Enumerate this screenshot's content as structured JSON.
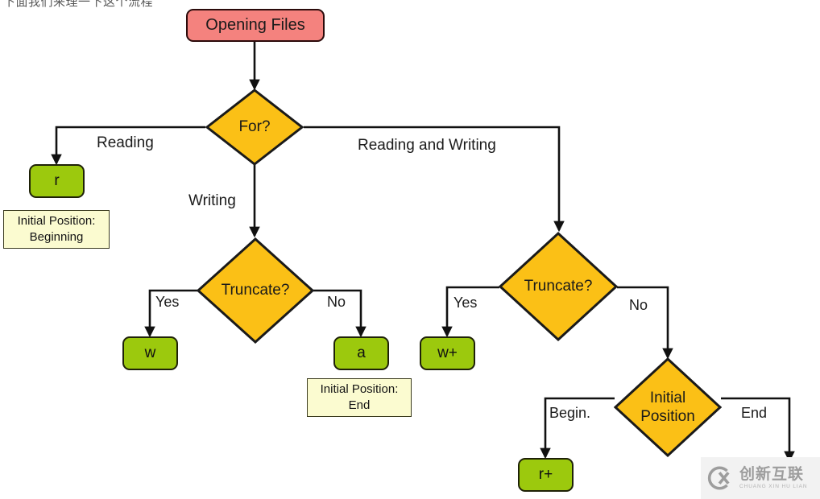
{
  "page": {
    "clipped_header": "下面我们来理一下这个流程",
    "background": "#ffffff"
  },
  "colors": {
    "start_fill": "#f4827e",
    "start_border": "#2b0b0b",
    "decision_fill": "#fbc016",
    "decision_border": "#1a1a1a",
    "mode_fill": "#9cc90d",
    "mode_border": "#1e2108",
    "note_fill": "#fbfbd0",
    "note_border": "#3b3b1e",
    "edge": "#111111"
  },
  "nodes": {
    "start": {
      "label": "Opening Files"
    },
    "for_decision": {
      "label": "For?"
    },
    "mode_r": {
      "label": "r"
    },
    "note_r": {
      "line1": "Initial Position:",
      "line2": "Beginning"
    },
    "truncate_write": {
      "label": "Truncate?"
    },
    "mode_w": {
      "label": "w"
    },
    "mode_a": {
      "label": "a"
    },
    "note_a": {
      "line1": "Initial Position:",
      "line2": "End"
    },
    "truncate_rw": {
      "label": "Truncate?"
    },
    "mode_wplus": {
      "label": "w+"
    },
    "initial_position": {
      "line1": "Initial",
      "line2": "Position"
    },
    "mode_rplus": {
      "label": "r+"
    }
  },
  "edge_labels": {
    "reading": "Reading",
    "writing": "Writing",
    "reading_and_writing": "Reading and Writing",
    "yes_write": "Yes",
    "no_write": "No",
    "yes_rw": "Yes",
    "no_rw": "No",
    "begin": "Begin.",
    "end": "End"
  },
  "watermark": {
    "cn": "创新互联",
    "en": "CHUANG XIN HU LIAN",
    "mark": "cx-logo-icon"
  }
}
